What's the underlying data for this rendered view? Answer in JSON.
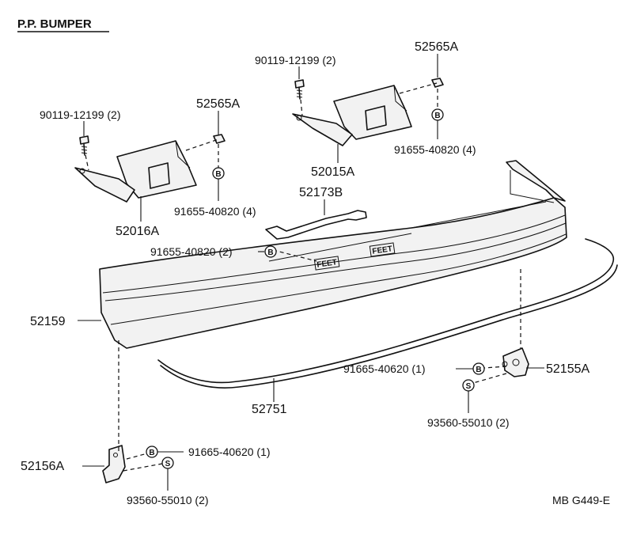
{
  "title": "P.P. BUMPER",
  "code": "MB G449-E",
  "labels": {
    "bolt_left": "90119-12199 (2)",
    "bolt_right": "90119-12199 (2)",
    "nut_left": "52565A",
    "nut_right": "52565A",
    "washer_left": "91655-40820 (4)",
    "washer_right": "91655-40820 (4)",
    "bracket_left": "52016A",
    "bracket_right": "52015A",
    "reinforcement": "52173B",
    "washer_center": "91655-40820 (2)",
    "bumper_cover": "52159",
    "molding": "52751",
    "bolt_b_right": "91665-40620 (1)",
    "retainer_right": "52155A",
    "screw_right": "93560-55010 (2)",
    "retainer_left": "52156A",
    "bolt_b_left": "91665-40620 (1)",
    "screw_left": "93560-55010 (2)"
  },
  "badges": {
    "b": "B",
    "s": "S"
  }
}
